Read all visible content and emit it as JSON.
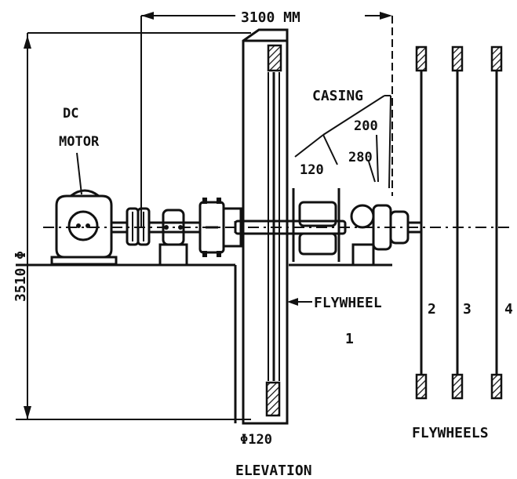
{
  "labels": {
    "span_dimension": "3100 MM",
    "height_dimension": "3510 Φ",
    "dc_motor_line1": "DC",
    "dc_motor_line2": "MOTOR",
    "casing": "CASING",
    "dim_200": "200",
    "dim_280": "280",
    "dim_120": "120",
    "flywheel_label": "FLYWHEEL",
    "flywheel_number": "1",
    "flywheel_2": "2",
    "flywheel_3": "3",
    "flywheel_4": "4",
    "flywheels_label": "FLYWHEELS",
    "bottom_width": "Φ120",
    "view_title": "ELEVATION"
  }
}
